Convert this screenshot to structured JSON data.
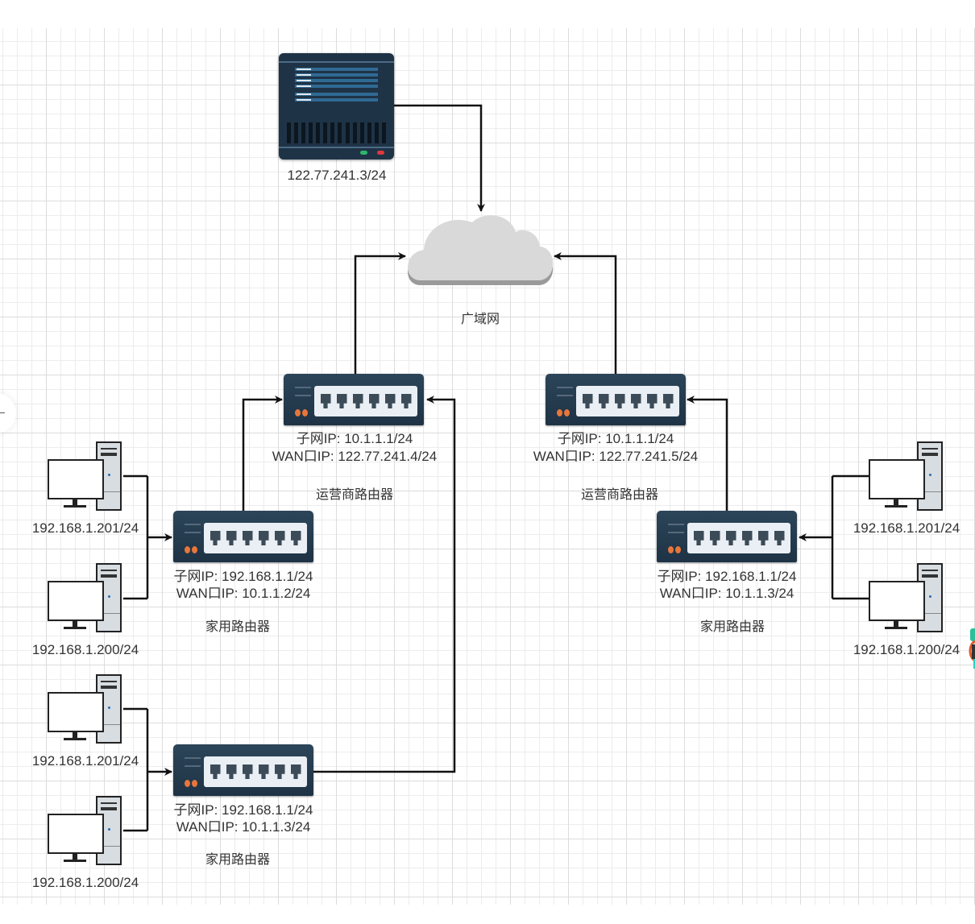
{
  "diagram": {
    "type": "network-topology",
    "server": {
      "label": "122.77.241.3/24"
    },
    "cloud": {
      "label": "广域网",
      "color": "#d6d6d6"
    },
    "isp_routers": [
      {
        "subnet": "子网IP:  10.1.1.1/24",
        "wan": "WAN口IP:  122.77.241.4/24",
        "name": "运营商路由器"
      },
      {
        "subnet": "子网IP:  10.1.1.1/24",
        "wan": "WAN口IP:  122.77.241.5/24",
        "name": "运营商路由器"
      }
    ],
    "home_routers": [
      {
        "subnet": "子网IP:   192.168.1.1/24",
        "wan": "WAN口IP:  10.1.1.2/24",
        "name": "家用路由器"
      },
      {
        "subnet": "子网IP:   192.168.1.1/24",
        "wan": "WAN口IP:  10.1.1.3/24",
        "name": "家用路由器"
      },
      {
        "subnet": "子网IP:   192.168.1.1/24",
        "wan": "WAN口IP:  10.1.1.3/24",
        "name": "家用路由器"
      }
    ],
    "pcs": [
      {
        "label": "192.168.1.201/24"
      },
      {
        "label": "192.168.1.200/24"
      },
      {
        "label": "192.168.1.201/24"
      },
      {
        "label": "192.168.1.200/24"
      },
      {
        "label": "192.168.1.201/24"
      },
      {
        "label": "192.168.1.200/24"
      }
    ],
    "connections": [
      {
        "from": "server",
        "to": "cloud"
      },
      {
        "from": "isp-router-1",
        "to": "cloud"
      },
      {
        "from": "isp-router-2",
        "to": "cloud"
      },
      {
        "from": "home-router-1",
        "to": "isp-router-1"
      },
      {
        "from": "home-router-2",
        "to": "isp-router-1"
      },
      {
        "from": "home-router-3",
        "to": "isp-router-2"
      },
      {
        "from": "pc-1",
        "to": "home-router-1"
      },
      {
        "from": "pc-2",
        "to": "home-router-1"
      },
      {
        "from": "pc-3",
        "to": "home-router-2"
      },
      {
        "from": "pc-4",
        "to": "home-router-2"
      },
      {
        "from": "pc-5",
        "to": "home-router-3"
      },
      {
        "from": "pc-6",
        "to": "home-router-3"
      }
    ],
    "colors": {
      "device": "#1f3346",
      "led": "#e8763a",
      "wire": "#111111"
    }
  }
}
